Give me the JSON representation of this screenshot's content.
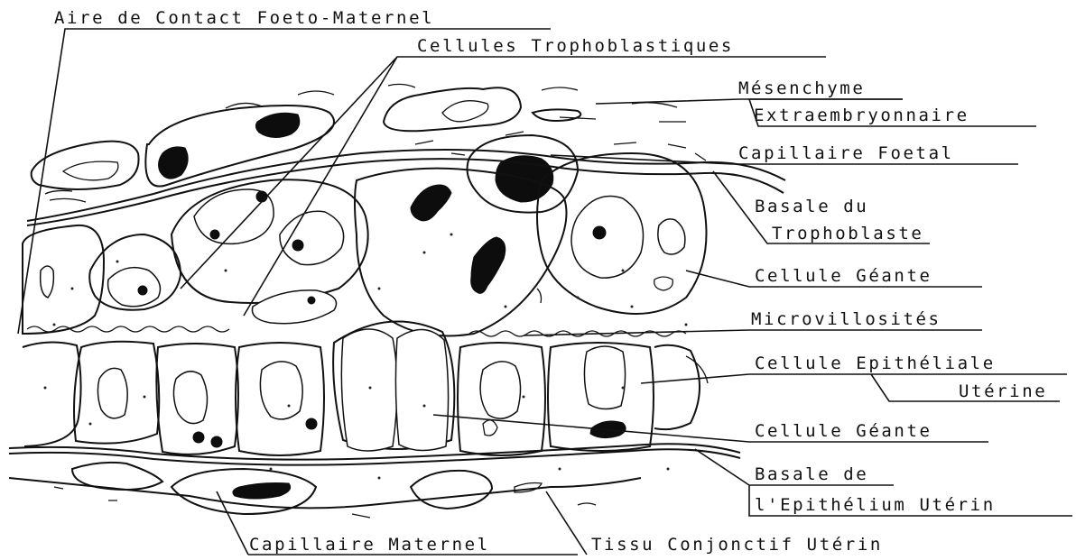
{
  "labels": {
    "aire_contact": "Aire de Contact Foeto-Maternel",
    "cellules_trophoblastiques": "Cellules Trophoblastiques",
    "mesenchyme_1": "Mésenchyme",
    "mesenchyme_2": "Extraembryonnaire",
    "capillaire_foetal": "Capillaire Foetal",
    "basale_trophoblaste_1": "Basale du",
    "basale_trophoblaste_2": "Trophoblaste",
    "cellule_geante_top": "Cellule Géante",
    "microvillosites": "Microvillosités",
    "cellule_epitheliale_1": "Cellule Epithéliale",
    "cellule_epitheliale_2": "Utérine",
    "cellule_geante_bottom": "Cellule Géante",
    "basale_epithelium_1": "Basale de",
    "basale_epithelium_2": "l'Epithélium Utérin",
    "capillaire_maternel": "Capillaire Maternel",
    "tissu_conjonctif": "Tissu Conjonctif Utérin"
  },
  "colors": {
    "ink": "#111111",
    "paper": "#ffffff"
  }
}
